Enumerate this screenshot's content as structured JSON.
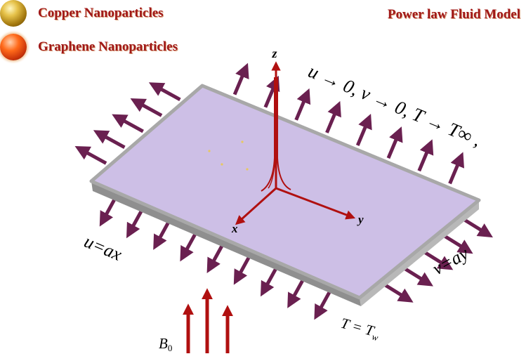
{
  "legend": {
    "copper_label": "Copper Nanoparticles",
    "graphene_label": "Graphene Nanoparticles"
  },
  "title": "Power law Fluid Model",
  "axes": {
    "z": "z",
    "x": "x",
    "y": "y"
  },
  "far_field_condition": "u → 0, v → 0, T → T∞ ,",
  "stretch_u": "u=ax",
  "stretch_v": "v=ay",
  "wall_temp_T": "T = T",
  "wall_temp_sub": "w",
  "field_label": "B",
  "field_sub": "0",
  "colors": {
    "sheet_top": "#cdbfe6",
    "sheet_edge": "#9c9c9c",
    "stretch_arrow": "#6a2050",
    "axis_arrow": "#b01010",
    "title_text": "#a01818"
  }
}
